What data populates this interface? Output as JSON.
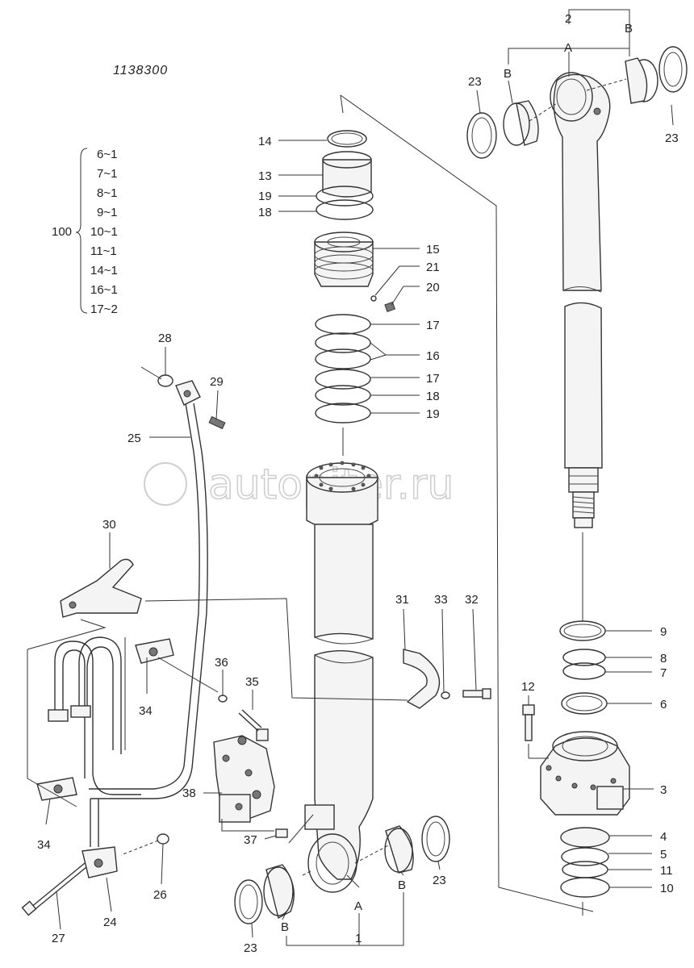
{
  "drawing_code": "1138300",
  "watermark": "autopiter.ru",
  "kit": {
    "label": "100",
    "items": [
      "6~1",
      "7~1",
      "8~1",
      "9~1",
      "10~1",
      "11~1",
      "14~1",
      "16~1",
      "17~2"
    ]
  },
  "callouts": {
    "c1": "1",
    "c2": "2",
    "c3": "3",
    "c4": "4",
    "c5": "5",
    "c6": "6",
    "c7": "7",
    "c8": "8",
    "c9": "9",
    "c10": "10",
    "c11": "11",
    "c12": "12",
    "c13": "13",
    "c14": "14",
    "c15": "15",
    "c16": "16",
    "c17a": "17",
    "c17b": "17",
    "c18a": "18",
    "c18b": "18",
    "c19a": "19",
    "c19b": "19",
    "c20": "20",
    "c21": "21",
    "c23a": "23",
    "c23b": "23",
    "c23c": "23",
    "c23d": "23",
    "c24": "24",
    "c25": "25",
    "c26": "26",
    "c27": "27",
    "c28": "28",
    "c29": "29",
    "c30": "30",
    "c31": "31",
    "c32": "32",
    "c33": "33",
    "c34a": "34",
    "c34b": "34",
    "c35": "35",
    "c36": "36",
    "c37": "37",
    "c38": "38",
    "A_top": "A",
    "B_top_left": "B",
    "B_top_right": "B",
    "A_bottom": "A",
    "B_bottom_left": "B",
    "B_bottom_right": "B"
  }
}
